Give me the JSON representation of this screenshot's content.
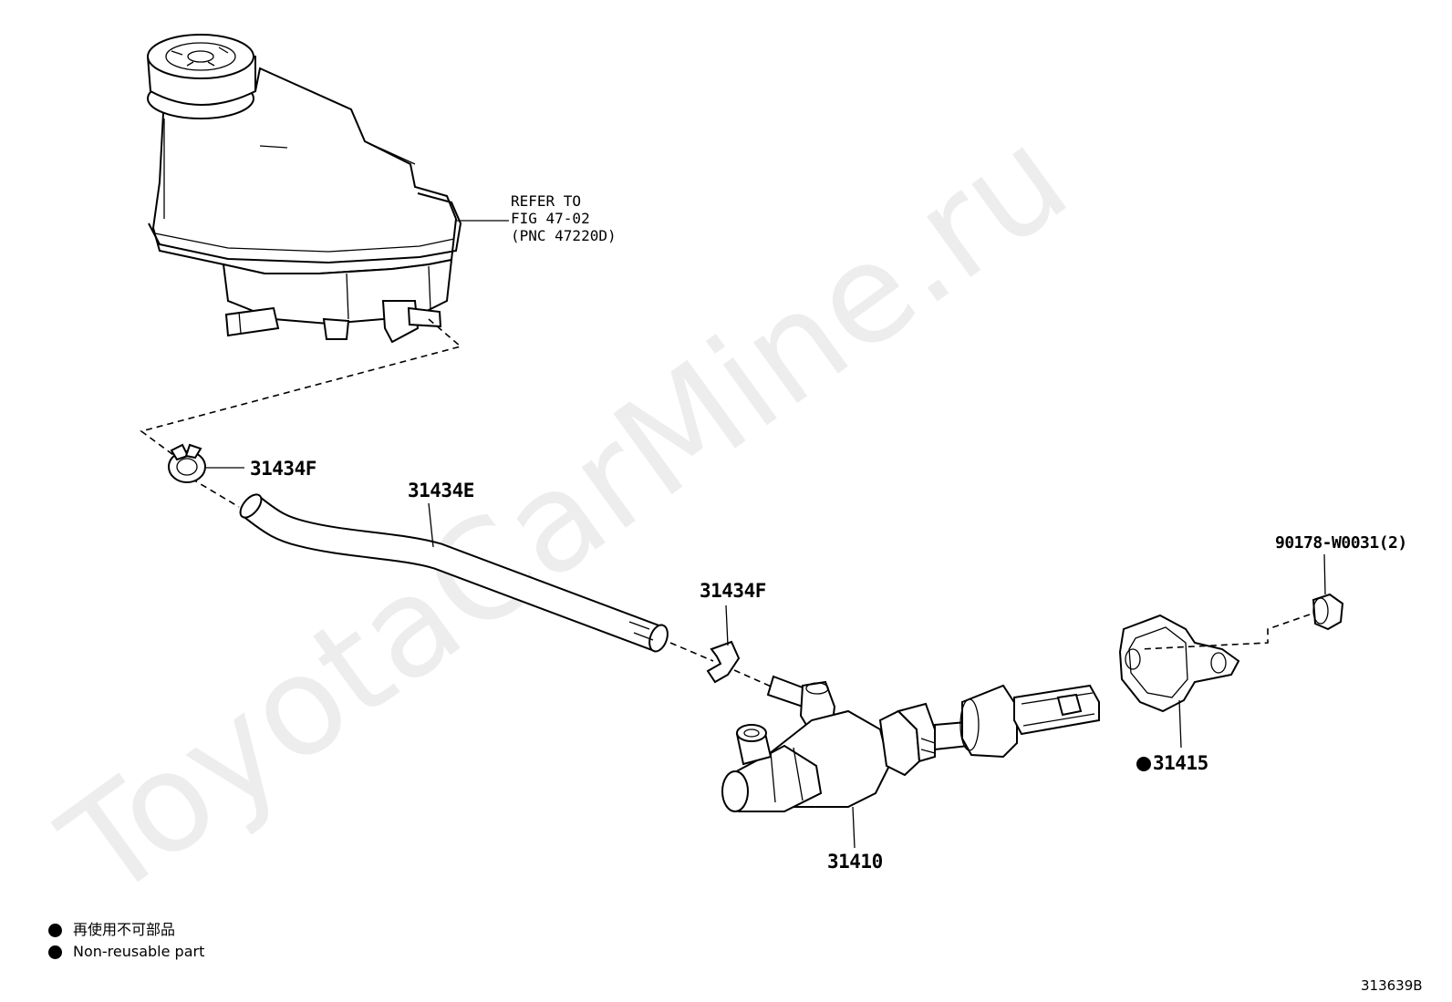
{
  "watermark": "ToyotaCarMine.ru",
  "refer_note": {
    "line1": "REFER TO",
    "line2": "FIG 47-02",
    "line3": "(PNC 47220D)"
  },
  "parts": {
    "clip_top": "31434F",
    "hose": "31434E",
    "clip_mid": "31434F",
    "nut": "90178-W0031(2)",
    "gasket": "31415",
    "master_cylinder": "31410"
  },
  "legend": {
    "jp": "再使用不可部品",
    "en": "Non-reusable part"
  },
  "figure_number": "313639B"
}
